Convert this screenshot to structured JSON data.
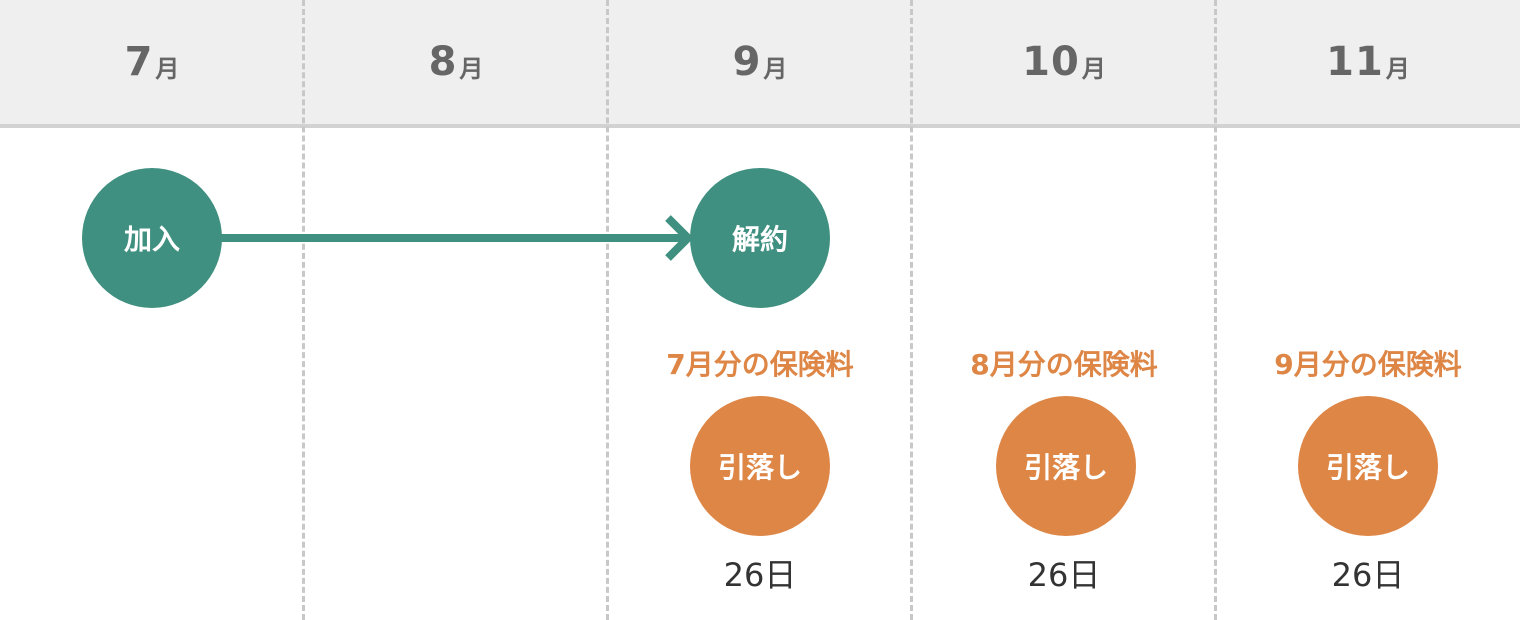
{
  "months": [
    {
      "num": "7",
      "unit": "月"
    },
    {
      "num": "8",
      "unit": "月"
    },
    {
      "num": "9",
      "unit": "月"
    },
    {
      "num": "10",
      "unit": "月"
    },
    {
      "num": "11",
      "unit": "月"
    }
  ],
  "events": {
    "join": "加入",
    "cancel": "解約"
  },
  "payments": [
    {
      "label": "7月分の保険料",
      "action": "引落し",
      "day": "26日"
    },
    {
      "label": "8月分の保険料",
      "action": "引落し",
      "day": "26日"
    },
    {
      "label": "9月分の保険料",
      "action": "引落し",
      "day": "26日"
    }
  ],
  "colors": {
    "teal": "#3f9080",
    "orange": "#de8646",
    "header_bg": "#efefef",
    "header_text": "#666666"
  }
}
